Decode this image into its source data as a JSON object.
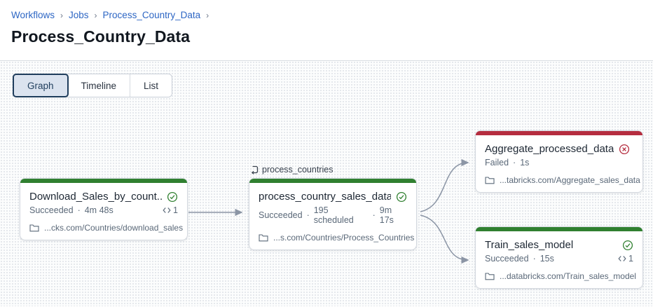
{
  "breadcrumb": {
    "items": [
      "Workflows",
      "Jobs",
      "Process_Country_Data"
    ],
    "separator": "›"
  },
  "page": {
    "title": "Process_Country_Data"
  },
  "tabs": [
    {
      "label": "Graph",
      "selected": true
    },
    {
      "label": "Timeline",
      "selected": false
    },
    {
      "label": "List",
      "selected": false
    }
  ],
  "graph": {
    "loop_label": {
      "icon": "loop-icon",
      "text": "process_countries"
    },
    "nodes": [
      {
        "title": "Download_Sales_by_count...",
        "state": "success",
        "status_icon": "check-circle-icon",
        "status": "Succeeded",
        "sep1": "·",
        "duration": "4m 48s",
        "code_badge": {
          "icon": "code-icon",
          "count": "1"
        },
        "path_icon": "folder-icon",
        "path": "...cks.com/Countries/download_sales"
      },
      {
        "title": "process_country_sales_data",
        "state": "success",
        "status_icon": "check-circle-icon",
        "status": "Succeeded",
        "sep1": "·",
        "mid": "195 scheduled",
        "sep2": "·",
        "duration": "9m 17s",
        "path_icon": "folder-icon",
        "path": "...s.com/Countries/Process_Countries"
      },
      {
        "title": "Aggregate_processed_data",
        "state": "failed",
        "status_icon": "x-circle-icon",
        "status": "Failed",
        "sep1": "·",
        "duration": "1s",
        "path_icon": "folder-icon",
        "path": "...tabricks.com/Aggregate_sales_data"
      },
      {
        "title": "Train_sales_model",
        "state": "success",
        "status_icon": "check-circle-icon",
        "status": "Succeeded",
        "sep1": "·",
        "duration": "15s",
        "code_badge": {
          "icon": "code-icon",
          "count": "1"
        },
        "path_icon": "folder-icon",
        "path": "...databricks.com/Train_sales_model"
      }
    ]
  },
  "colors": {
    "success": "#308030",
    "failed": "#b52d3f",
    "link": "#2d66c4",
    "edge": "#8b95a5"
  }
}
